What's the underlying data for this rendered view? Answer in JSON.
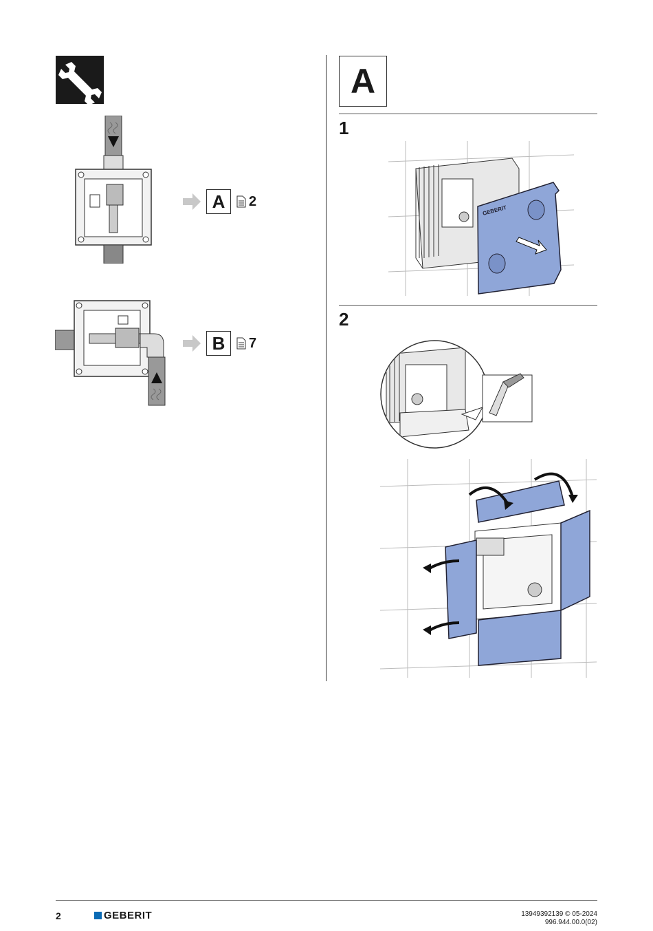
{
  "left_column": {
    "tool_icon": "wrench-icon",
    "route_a": {
      "label": "A",
      "page": "2",
      "page_icon": "document-page-icon",
      "arrow_icon": "arrow-right-icon"
    },
    "route_b": {
      "label": "B",
      "page": "7",
      "page_icon": "document-page-icon",
      "arrow_icon": "arrow-right-icon"
    }
  },
  "right_column": {
    "section_label": "A",
    "steps": [
      {
        "number": "1"
      },
      {
        "number": "2"
      }
    ],
    "brand_on_cover": "GEBERIT"
  },
  "footer": {
    "page_number": "2",
    "brand": "GEBERIT",
    "doc_id": "13949392139 © 05-2024",
    "doc_ref": "996.944.00.0(02)"
  },
  "colors": {
    "cover_blue": "#8fa6d8",
    "brand_blue": "#0a6ab4",
    "ink": "#1a1a1a",
    "arrow_grey": "#c8c8c8"
  }
}
